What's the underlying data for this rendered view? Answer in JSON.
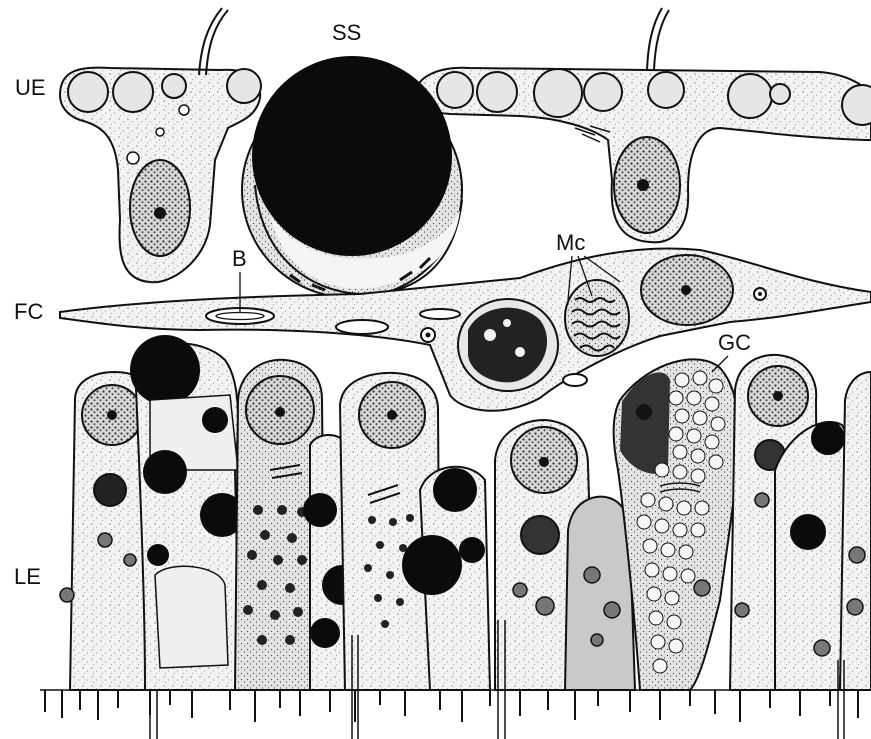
{
  "figure": {
    "labels": {
      "ss": "SS",
      "ue": "UE",
      "b": "B",
      "mc": "Mc",
      "fc": "FC",
      "gc": "GC",
      "le": "LE"
    },
    "colors": {
      "ink": "#111111",
      "cytoplasm": "#f3f3f1",
      "nucleus": "#6f6f6f",
      "vacuole": "#e6e6e4",
      "dark_granule": "#0b0b0b",
      "grey_cell": "#c9c9c7"
    }
  }
}
